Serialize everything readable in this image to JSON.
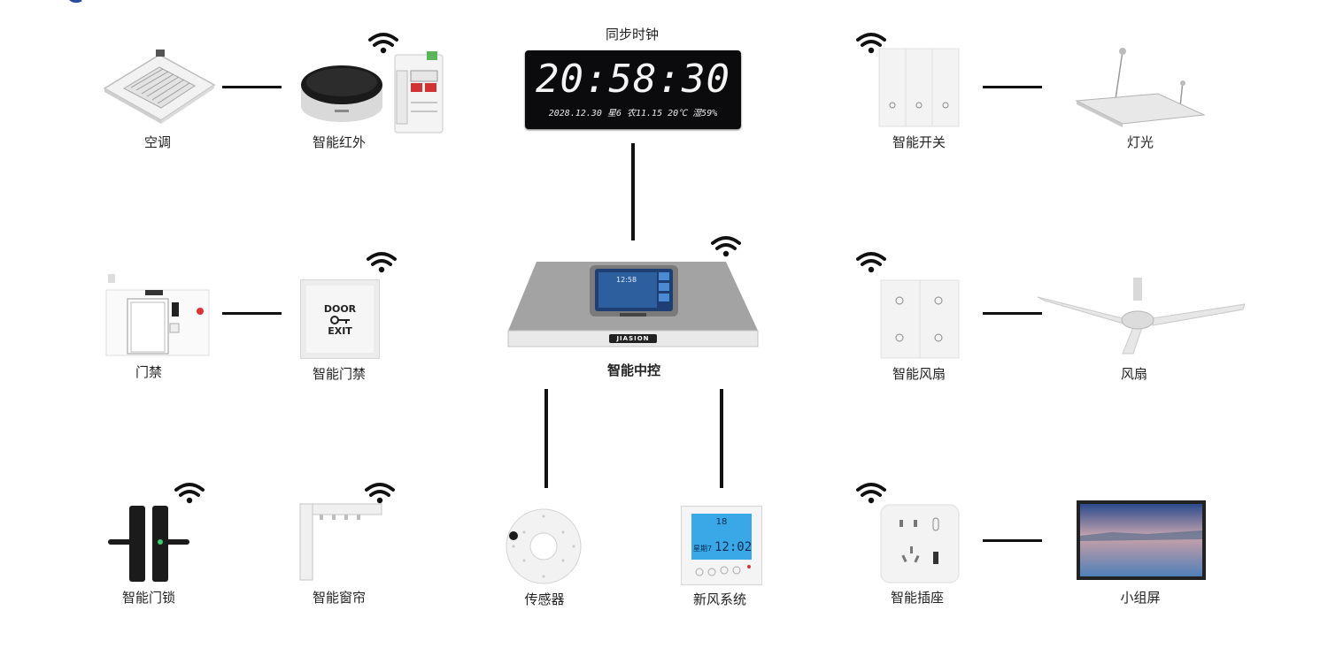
{
  "nodes": {
    "sync_clock": {
      "label": "同步时钟",
      "time": "20:58:30",
      "info": "2028.12.30 星6 农11.15 20℃ 湿59%"
    },
    "central": {
      "label": "智能中控",
      "brand": "JIASION",
      "screen_time": "12:58"
    },
    "aircon": {
      "label": "空调"
    },
    "ir": {
      "label": "智能红外"
    },
    "switch": {
      "label": "智能开关"
    },
    "light": {
      "label": "灯光"
    },
    "access": {
      "label": "门禁"
    },
    "smart_access": {
      "label": "智能门禁",
      "panel_top": "DOOR",
      "panel_bottom": "EXIT"
    },
    "fan_switch": {
      "label": "智能风扇"
    },
    "fan": {
      "label": "风扇"
    },
    "lock": {
      "label": "智能门锁"
    },
    "curtain": {
      "label": "智能窗帘"
    },
    "sensor": {
      "label": "传感器"
    },
    "fresh_air": {
      "label": "新风系统",
      "lcd_top": "18",
      "lcd_bottom": "12:02",
      "lcd_left": "星期7"
    },
    "socket": {
      "label": "智能插座"
    },
    "screen": {
      "label": "小组屏"
    }
  },
  "icons": {
    "wifi": "wifi-icon"
  },
  "colors": {
    "line": "#111111",
    "clock_bg": "#0b0b0d",
    "clock_digits": "#f4f4f4",
    "lcd_blue": "#3aa7e6"
  }
}
